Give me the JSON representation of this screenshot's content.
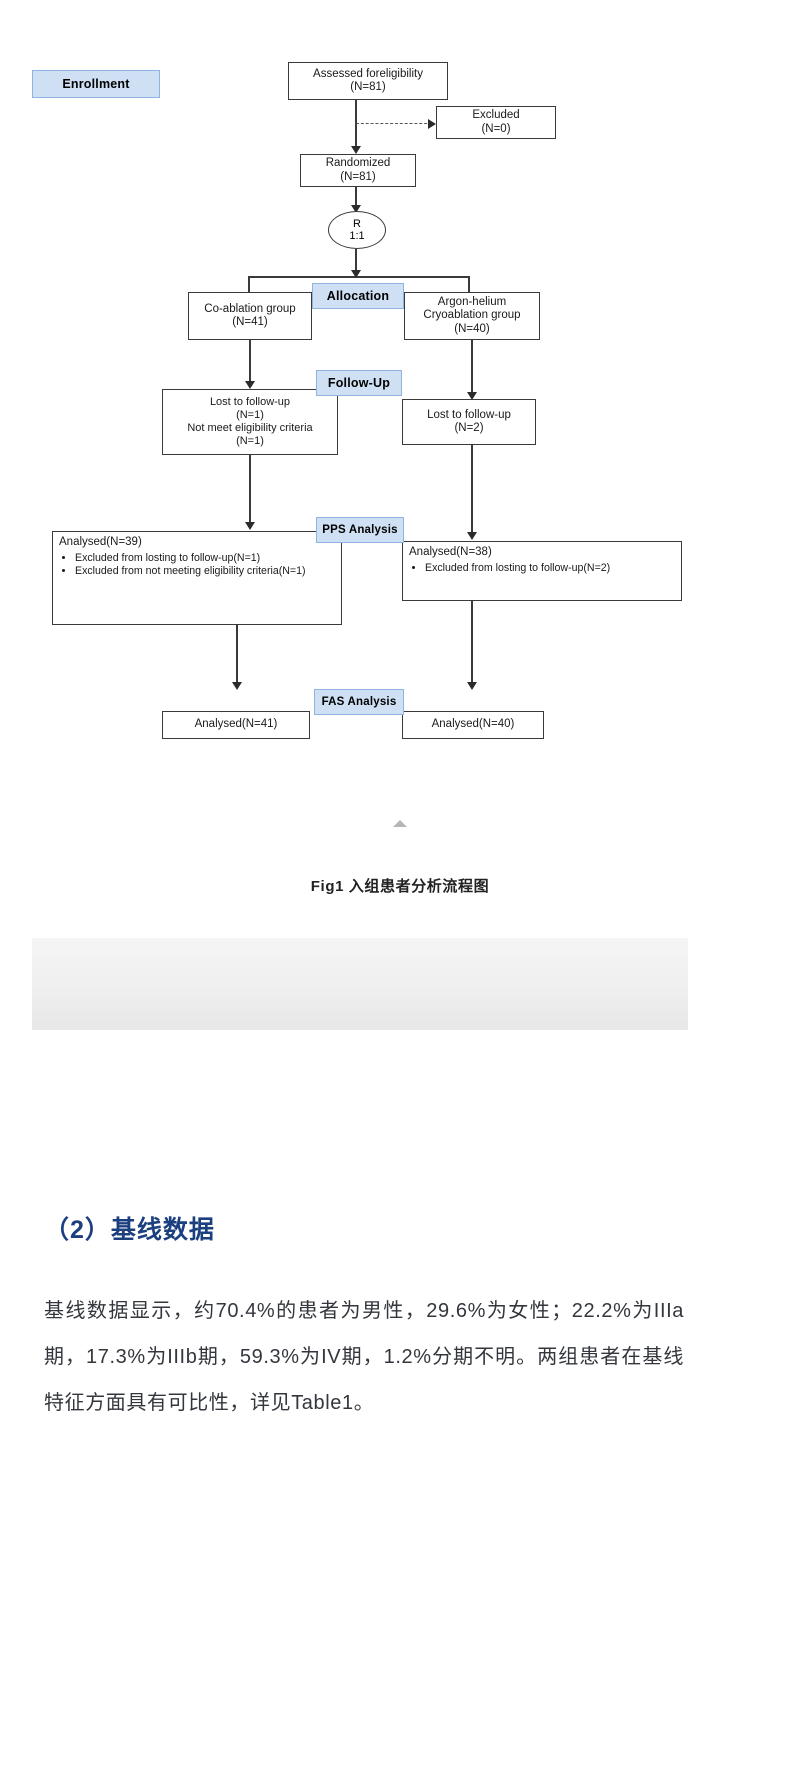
{
  "figure": {
    "stages": [
      {
        "id": "enrollment",
        "label": "Enrollment"
      },
      {
        "id": "allocation",
        "label": "Allocation"
      },
      {
        "id": "followup",
        "label": "Follow-Up"
      },
      {
        "id": "pps",
        "label": "PPS Analysis"
      },
      {
        "id": "fas",
        "label": "FAS Analysis"
      }
    ],
    "nodes": {
      "assessed": "Assessed foreligibility\n(N=81)",
      "excluded": "Excluded\n(N=0)",
      "randomized": "Randomized\n(N=81)",
      "ratio": "R\n1:1",
      "group_left": "Co-ablation group\n(N=41)",
      "group_right": "Argon-helium\nCryoablation group\n(N=40)",
      "lost_left": "Lost to follow-up\n(N=1)\nNot meet eligibility criteria\n(N=1)",
      "lost_right": "Lost to follow-up\n(N=2)",
      "pps_left_head": "Analysed(N=39)",
      "pps_left_bullets": [
        "Excluded from losting to follow-up(N=1)",
        "Excluded from not meeting eligibility criteria(N=1)"
      ],
      "pps_right_head": "Analysed(N=38)",
      "pps_right_bullets": [
        "Excluded from losting to follow-up(N=2)"
      ],
      "fas_left": "Analysed(N=41)",
      "fas_right": "Analysed(N=40)"
    },
    "caption": "Fig1 入组患者分析流程图"
  },
  "article": {
    "heading": "（2）基线数据",
    "paragraph": "基线数据显示，约70.4%的患者为男性，29.6%为女性；22.2%为IIIa期，17.3%为IIIb期，59.3%为IV期，1.2%分期不明。两组患者在基线特征方面具有可比性，详见Table1。"
  },
  "colors": {
    "stage_fill": "#cfe0f5",
    "stage_border": "#8fb4dd",
    "box_border": "#3a3a3a",
    "heading_blue": "#1c3f80",
    "body_text": "#33373d"
  }
}
